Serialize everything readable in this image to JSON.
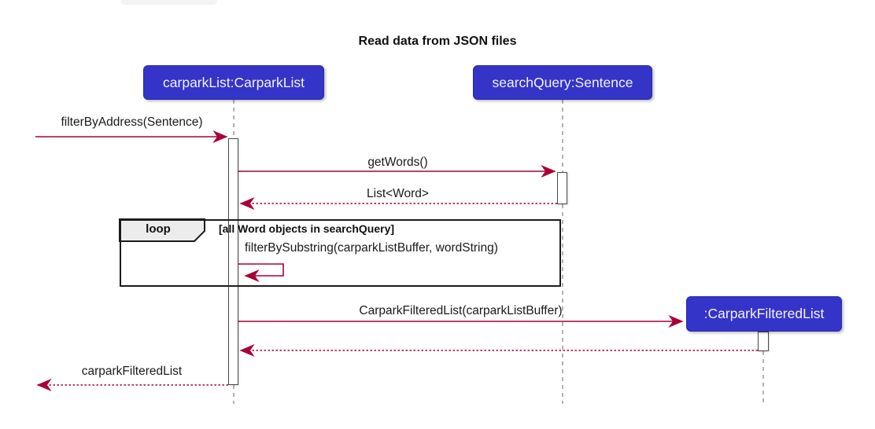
{
  "title": "Read data from JSON files",
  "participants": [
    {
      "label": "carparkList:CarparkList"
    },
    {
      "label": "searchQuery:Sentence"
    },
    {
      "label": ":CarparkFilteredList"
    }
  ],
  "loop": {
    "label": "loop",
    "guard": "[all Word objects in searchQuery]"
  },
  "messages": {
    "filter_by_address": "filterByAddress(Sentence)",
    "get_words": "getWords()",
    "list_word_return": "List<Word>",
    "filter_by_substring": "filterBySubstring(carparkListBuffer, wordString)",
    "carpark_filtered_list_call": "CarparkFilteredList(carparkListBuffer)",
    "carpark_filtered_list_return": "carparkFilteredList"
  },
  "colors": {
    "participant_fill": "#3534C8",
    "arrow_red": "#A80036",
    "frame_border": "#1B1B1B",
    "lifeline_grey": "#8A8A8A",
    "loop_pentagon_fill": "#ECECEC"
  }
}
